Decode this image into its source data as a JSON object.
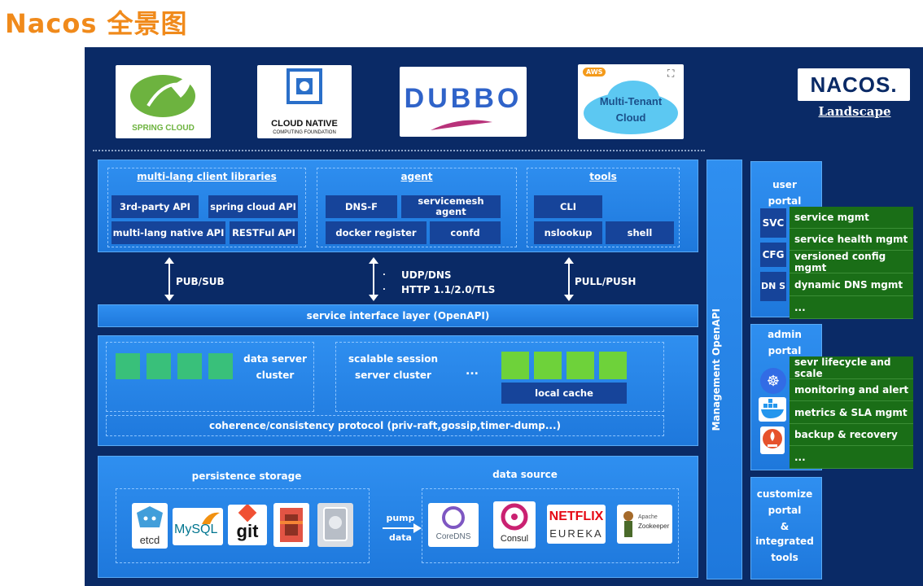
{
  "page_title": "Nacos 全景图",
  "brand": {
    "name": "NACOS.",
    "subtitle": "Landscape"
  },
  "logos": [
    {
      "id": "spring",
      "caption": "SPRING CLOUD"
    },
    {
      "id": "cncf",
      "caption": "CLOUD NATIVE",
      "caption2": "COMPUTING FOUNDATION"
    },
    {
      "id": "dubbo",
      "caption": "DUBBO"
    },
    {
      "id": "mtc",
      "caption": "Multi-Tenant",
      "caption2": "Cloud",
      "badge": "AWS"
    }
  ],
  "client": {
    "title": "multi-lang client libraries",
    "items": [
      "3rd-party API",
      "spring cloud API",
      "multi-lang native API",
      "RESTFul API"
    ]
  },
  "agent": {
    "title": "agent",
    "items": [
      "DNS-F",
      "servicemesh agent",
      "docker register",
      "confd"
    ]
  },
  "tools": {
    "title": "tools",
    "items": [
      "CLI",
      "nslookup",
      "shell"
    ]
  },
  "arrows": {
    "left": "PUB/SUB",
    "mid1": "UDP/DNS",
    "mid2": "HTTP 1.1/2.0/TLS",
    "right": "PULL/PUSH"
  },
  "service_layer": "service interface layer (OpenAPI)",
  "data_server": {
    "title1": "data server",
    "title2": "cluster"
  },
  "session": {
    "title1": "scalable session",
    "title2": "server cluster",
    "ellipsis": "...",
    "cache": "local cache"
  },
  "protocol": "coherence/consistency protocol (priv-raft,gossip,timer-dump...)",
  "storage": {
    "title": "persistence storage",
    "logos": [
      {
        "name": "etcd",
        "label": "etcd"
      },
      {
        "name": "mysql",
        "label": "MySQL"
      },
      {
        "name": "git",
        "label": "git"
      },
      {
        "name": "s3",
        "label": ""
      },
      {
        "name": "disk",
        "label": ""
      }
    ]
  },
  "pump": {
    "line1": "pump",
    "line2": "data"
  },
  "datasource": {
    "title": "data source",
    "logos": [
      {
        "name": "coredns",
        "label": "CoreDNS"
      },
      {
        "name": "consul",
        "label": "Consul"
      },
      {
        "name": "netflix",
        "label": "NETFLIX",
        "label2": "EUREKA"
      },
      {
        "name": "zookeeper",
        "label": "Apache",
        "label2": "Zookeeper"
      }
    ]
  },
  "management": "Management OpenAPI",
  "user_portal": {
    "title1": "user",
    "title2": "portal",
    "tags": [
      "SVC",
      "CFG",
      "DN S"
    ],
    "items": [
      "service mgmt",
      "service health mgmt",
      "versioned config mgmt",
      "dynamic DNS mgmt",
      "..."
    ]
  },
  "admin_portal": {
    "title1": "admin",
    "title2": "portal",
    "items": [
      "sevr lifecycle and scale",
      "monitoring and alert",
      "metrics & SLA mgmt",
      "backup & recovery",
      "..."
    ]
  },
  "customize": {
    "l1": "customize",
    "l2": "portal",
    "l3": "&",
    "l4": "integrated",
    "l5": "tools"
  },
  "colors": {
    "title": "#f08a1b",
    "bg": "#0a2a66",
    "panel": "#2688ec",
    "chip": "#16449a",
    "green": "#1a6e17"
  }
}
